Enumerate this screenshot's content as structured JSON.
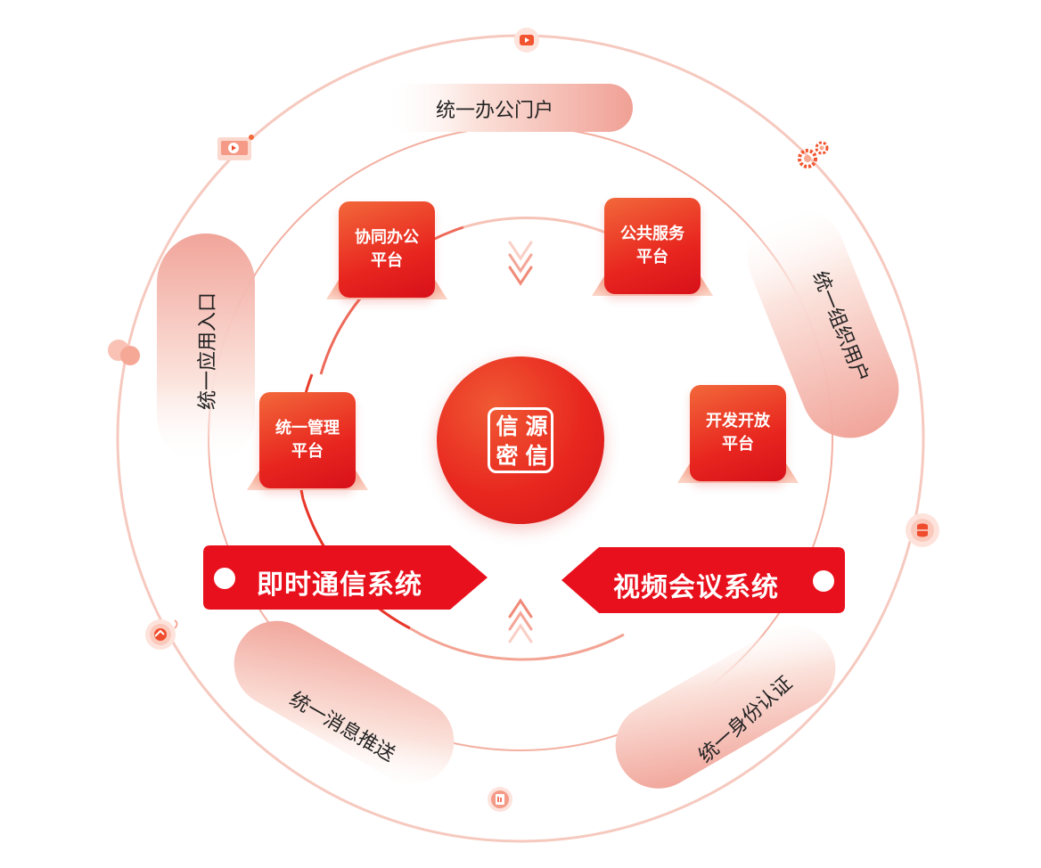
{
  "center": {
    "logo_chars": [
      "信",
      "源",
      "密",
      "信"
    ]
  },
  "platforms": [
    {
      "line1": "协同办公",
      "line2": "平台"
    },
    {
      "line1": "公共服务",
      "line2": "平台"
    },
    {
      "line1": "统一管理",
      "line2": "平台"
    },
    {
      "line1": "开发开放",
      "line2": "平台"
    }
  ],
  "banners": {
    "left": "即时通信系统",
    "right": "视频会议系统"
  },
  "ring_labels": {
    "top": "统一办公门户",
    "left": "统一应用入口",
    "right": "统一组织用户",
    "bottom_left": "统一消息推送",
    "bottom_right": "统一身份认证"
  },
  "colors": {
    "primary_red": "#e8101c",
    "orange": "#f26a3a",
    "pink_ring": "#f4b7aa"
  },
  "icons": [
    "video-play-icon",
    "monitor-play-icon",
    "gears-icon",
    "user-dots-icon",
    "database-icon",
    "broadcast-icon",
    "document-icon"
  ]
}
